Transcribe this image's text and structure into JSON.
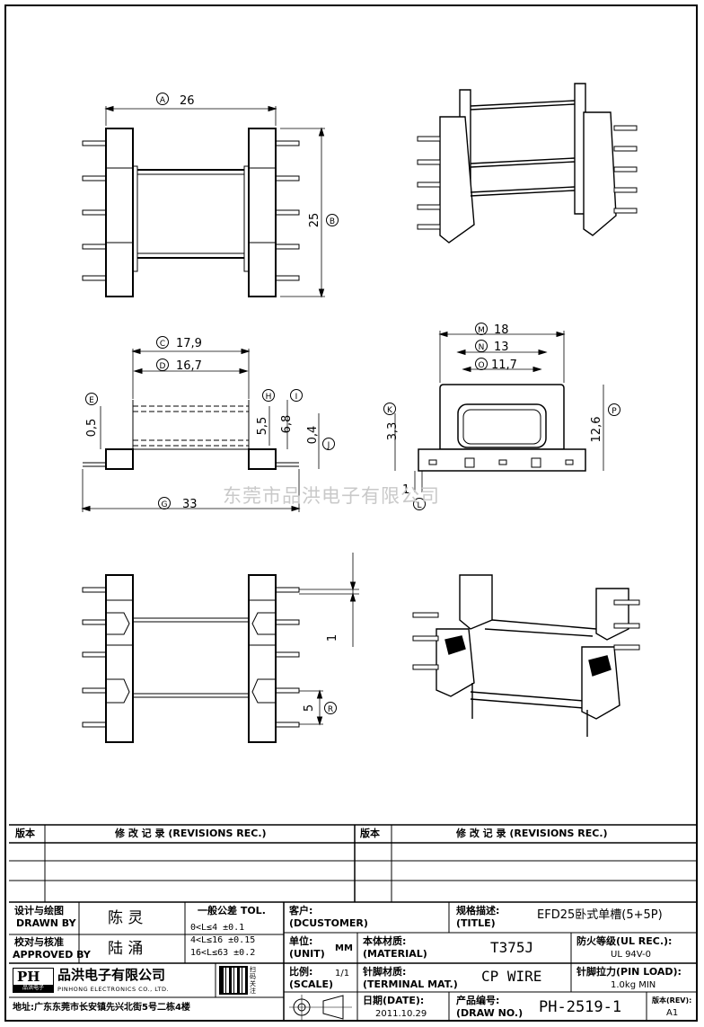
{
  "watermark": "东莞市品洪电子有限公司",
  "dims": {
    "A": {
      "letter": "A",
      "value": "26"
    },
    "B": {
      "letter": "B",
      "value": "25"
    },
    "C": {
      "letter": "C",
      "value": "17,9"
    },
    "D": {
      "letter": "D",
      "value": "16,7"
    },
    "E": {
      "letter": "E",
      "value": "0,5"
    },
    "H": {
      "letter": "H",
      "value": "5,5"
    },
    "I": {
      "letter": "I",
      "value": "6,8"
    },
    "J": {
      "letter": "J",
      "value": "0,4"
    },
    "G": {
      "letter": "G",
      "value": "33"
    },
    "M": {
      "letter": "M",
      "value": "18"
    },
    "N": {
      "letter": "N",
      "value": "13"
    },
    "O": {
      "letter": "O",
      "value": "11,7"
    },
    "K": {
      "letter": "K",
      "value": "3,3"
    },
    "P": {
      "letter": "P",
      "value": "12,6"
    },
    "L": {
      "letter": "L",
      "value": "1"
    },
    "pitch": {
      "value": "1"
    },
    "R": {
      "letter": "R",
      "value": "5"
    }
  },
  "revisions": {
    "col_version": "版本",
    "col_record": "修 改 记 录 (REVISIONS REC.)"
  },
  "titleblock": {
    "design_cn": "设计与绘图",
    "design_en": "DRAWN BY",
    "designer": "陈 灵",
    "approve_cn": "校对与核准",
    "approve_en": "APPROVED BY",
    "approver": "陆 涌",
    "tol_title": "一般公差 TOL.",
    "tol_1": "0<L≤4    ±0.1",
    "tol_2": "4<L≤16   ±0.15",
    "tol_3": "16<L≤63  ±0.2",
    "customer_cn": "客户:",
    "customer_en": "(DCUSTOMER)",
    "title_cn": "规格描述:",
    "title_en": "(TITLE)",
    "title_value": "EFD25卧式单槽(5+5P)",
    "unit_cn": "单位:",
    "unit_en": "(UNIT)",
    "unit_value": "MM",
    "material_cn": "本体材质:",
    "material_en": "(MATERIAL)",
    "material_value": "T375J",
    "ul_cn": "防火等级(UL REC.):",
    "ul_value": "UL 94V-0",
    "scale_cn": "比例:",
    "scale_en": "(SCALE)",
    "scale_value": "1/1",
    "terminal_cn": "针脚材质:",
    "terminal_en": "(TERMINAL MAT.)",
    "terminal_value": "CP WIRE",
    "pinload_cn": "针脚拉力(PIN LOAD):",
    "pinload_value": "1.0kg MIN",
    "date_cn": "日期(DATE):",
    "date_value": "2011.10.29",
    "drawno_cn": "产品编号:",
    "drawno_en": "(DRAW NO.)",
    "drawno_value": "PH-2519-1",
    "rev_cn": "版本(REV):",
    "rev_value": "A1",
    "company_cn": "品洪电子有限公司",
    "company_en": "PINHONG ELECTRONICS CO., LTD.",
    "logo_text": "PH",
    "logo_sub": "品洪电子",
    "qr_caption": "扫码关注",
    "address": "地址:广东东莞市长安镇先兴北街5号二栋4楼"
  }
}
